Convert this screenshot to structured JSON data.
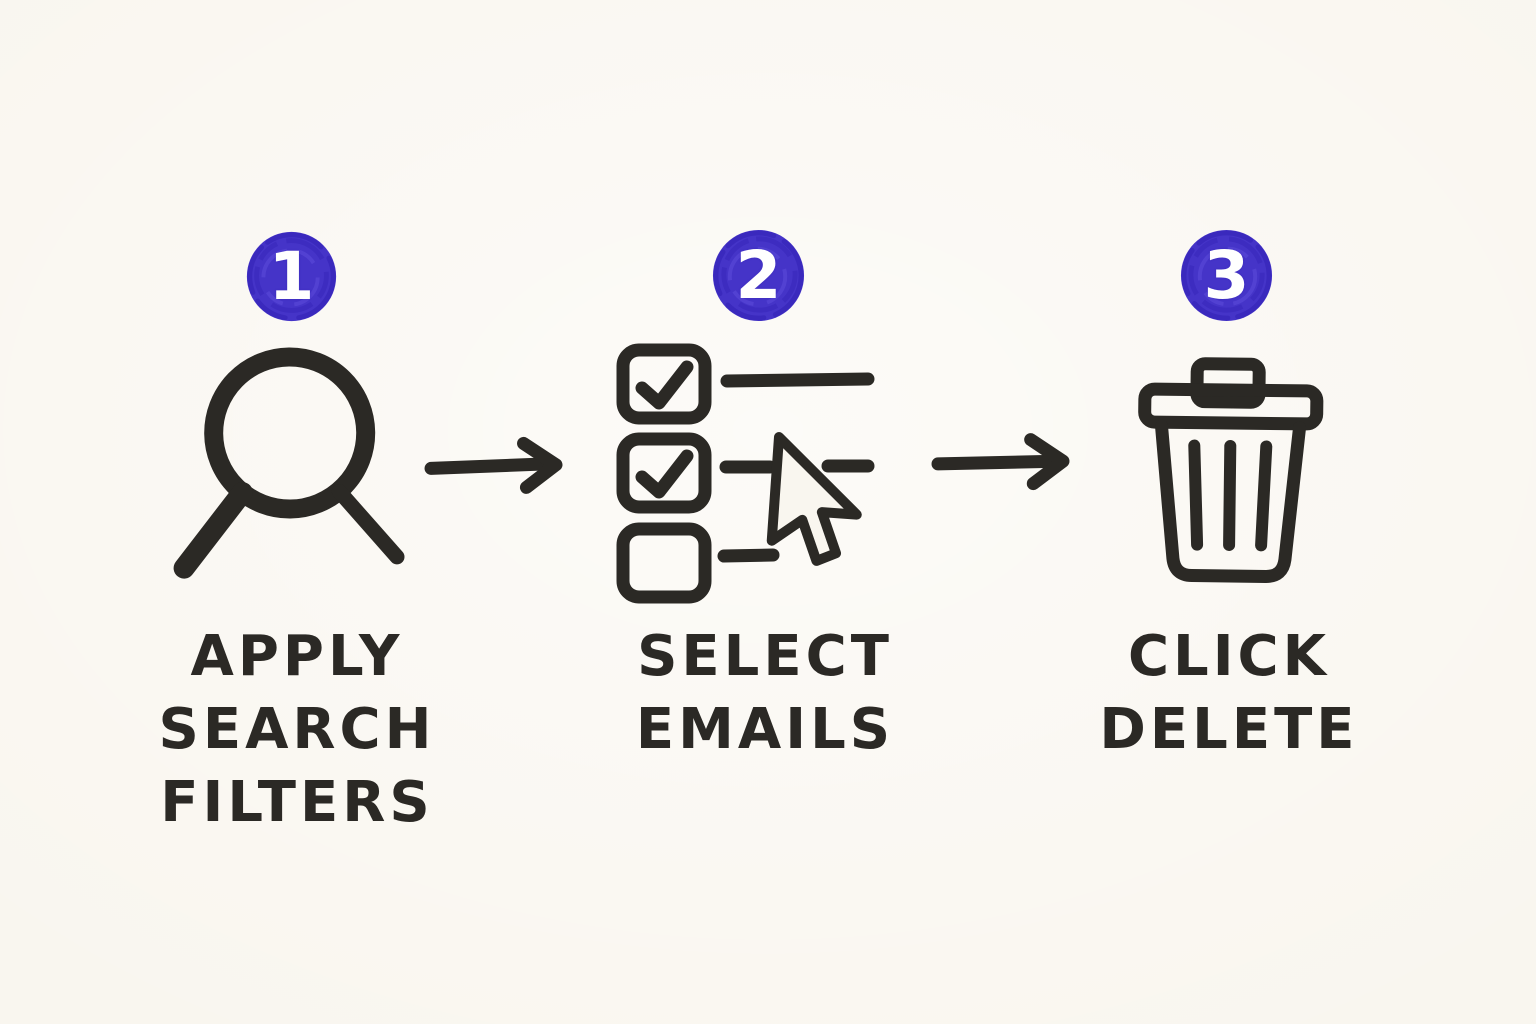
{
  "theme": {
    "bg": "#f9f6ef",
    "ink": "#2b2925",
    "accent": "#4534c8",
    "badge_text": "#ffffff"
  },
  "diagram": {
    "type": "process-flow",
    "style": "hand-drawn marker on cream paper",
    "step_count": 3
  },
  "steps": [
    {
      "number": "1",
      "icon": "magnifier-search-icon",
      "label_lines": [
        "APPLY",
        "SEARCH",
        "FILTERS"
      ]
    },
    {
      "number": "2",
      "icon": "checklist-with-cursor-icon",
      "label_lines": [
        "SELECT",
        "EMAILS"
      ]
    },
    {
      "number": "3",
      "icon": "trash-can-icon",
      "label_lines": [
        "CLICK",
        "DELETE"
      ]
    }
  ],
  "connectors": [
    {
      "icon": "right-arrow-icon",
      "from_step": "1",
      "to_step": "2"
    },
    {
      "icon": "right-arrow-icon",
      "from_step": "2",
      "to_step": "3"
    }
  ]
}
